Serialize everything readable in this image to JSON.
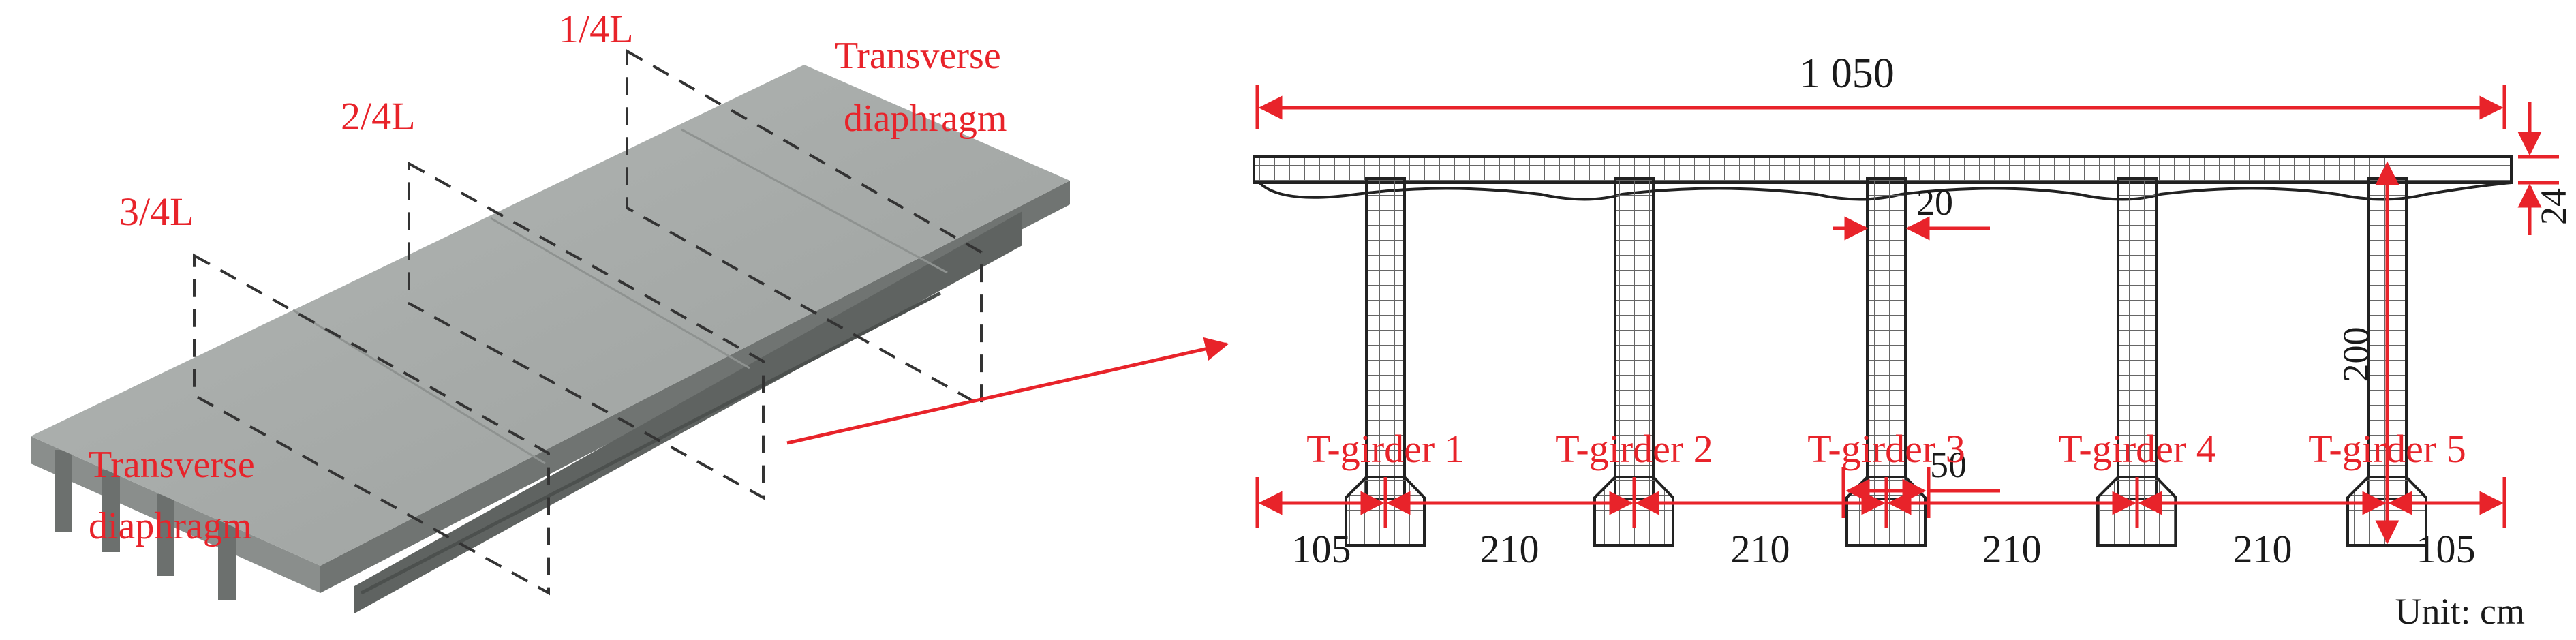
{
  "left_view": {
    "section_labels": [
      "1/4L",
      "2/4L",
      "3/4L"
    ],
    "diaphragm_top": [
      "Transverse",
      "diaphragm"
    ],
    "diaphragm_bottom": [
      "Transverse",
      "diaphragm"
    ]
  },
  "right_view": {
    "total_width": "1 050",
    "dim_slab": "24",
    "dim_web": "20",
    "dim_bulb": "50",
    "dim_height": "200",
    "girders": [
      "T-girder 1",
      "T-girder 2",
      "T-girder 3",
      "T-girder 4",
      "T-girder 5"
    ],
    "spacings": [
      "105",
      "210",
      "210",
      "210",
      "210",
      "105"
    ],
    "unit": "Unit: cm"
  },
  "colors": {
    "annotation": "#e8232a",
    "deck_top": "#a9adab",
    "deck_side": "#7a7e7c",
    "mesh": "#555555"
  }
}
